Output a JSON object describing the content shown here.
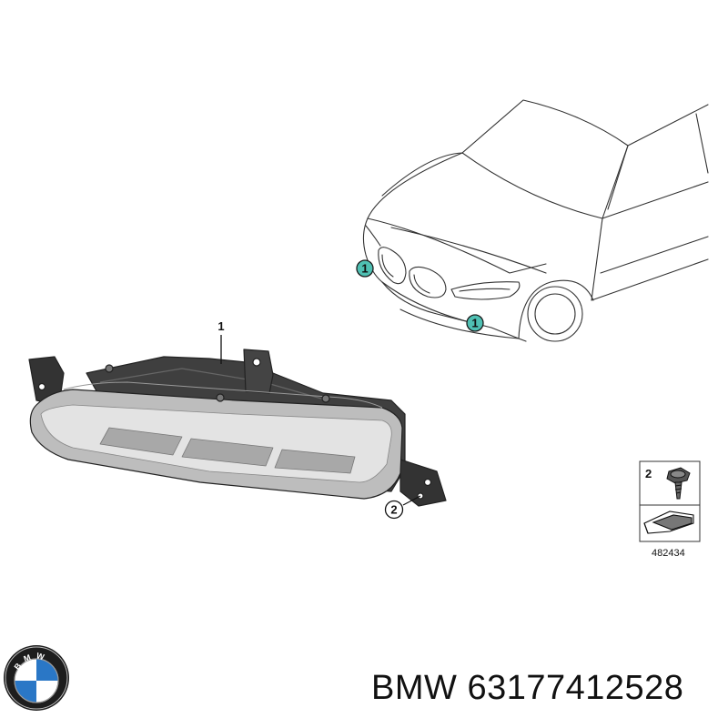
{
  "diagram": {
    "callouts": {
      "lamp": "1",
      "screw": "2",
      "car_left": "1",
      "car_right": "1"
    },
    "legend": {
      "item_number": "2",
      "part_code": "482434"
    }
  },
  "brand": {
    "name": "BMW",
    "part_number": "63177412528",
    "logo_letters": "BMW"
  },
  "colors": {
    "line": "#222222",
    "lamp_gray": "#b9b9b9",
    "bracket_dark": "#3c3c3c",
    "callout_teal": "#4fc0b3",
    "logo_blue": "#2a77c6"
  }
}
